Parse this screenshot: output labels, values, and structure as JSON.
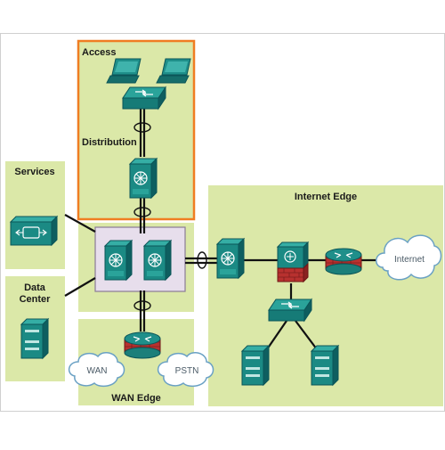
{
  "zones": {
    "access": "Access",
    "distribution": "Distribution",
    "services": "Services",
    "data_center": [
      "Data",
      "Center"
    ],
    "internet_edge": "Internet Edge",
    "wan_edge": "WAN Edge"
  },
  "clouds": {
    "internet": "Internet",
    "wan": "WAN",
    "pstn": "PSTN"
  },
  "colors": {
    "zone_fill": "#dbe8a8",
    "access_border": "#f07d22",
    "core_fill": "#e7deec",
    "device_teal": "#1f8f8a",
    "device_dark": "#0d6a6e",
    "router_red": "#b8312f",
    "link": "#111111"
  }
}
